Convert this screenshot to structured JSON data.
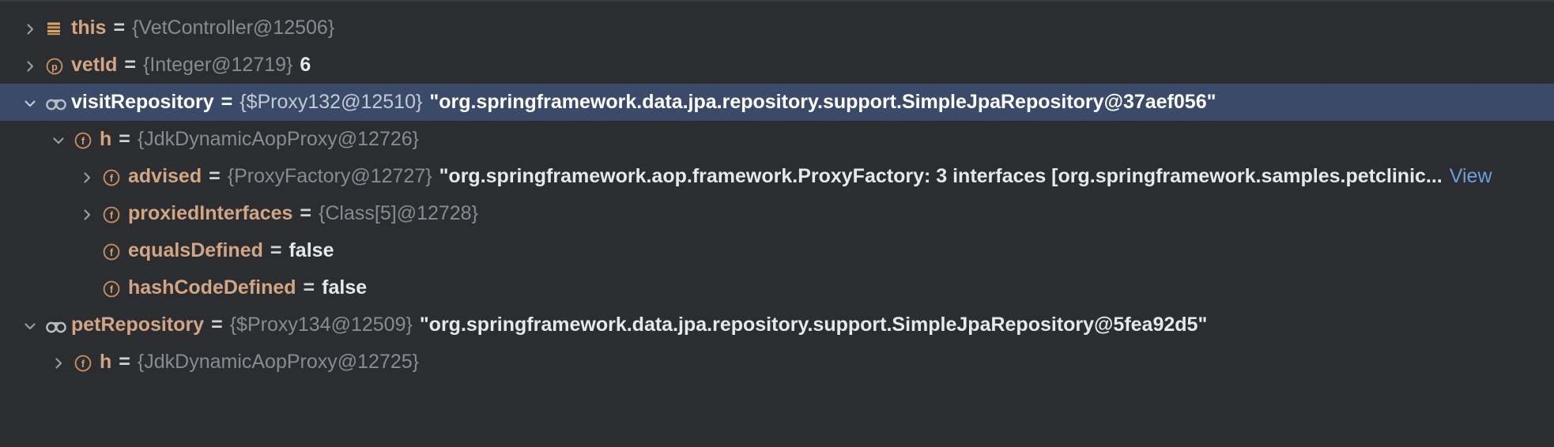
{
  "panel": {
    "name": "debugger-variables-tree",
    "background_color": "#2b2d30",
    "selection_color": "#3b4a68",
    "name_color": "#d2a584",
    "type_color": "#878c94",
    "value_color": "#e6e8eb",
    "link_color": "#6d9ee0"
  },
  "rows": [
    {
      "id": "this",
      "indent": 0,
      "toggle": "collapsed",
      "icon": "object-fields-icon",
      "name": "this",
      "equals": "=",
      "type": "{VetController@12506}",
      "value": "",
      "link": "",
      "selected": false
    },
    {
      "id": "vetId",
      "indent": 0,
      "toggle": "collapsed",
      "icon": "primitive-parameter-icon",
      "name": "vetId",
      "equals": "=",
      "type": "{Integer@12719}",
      "value": "6",
      "link": "",
      "selected": false
    },
    {
      "id": "visitRepository",
      "indent": 0,
      "toggle": "expanded",
      "icon": "interface-icon",
      "name": "visitRepository",
      "equals": "=",
      "type": "{$Proxy132@12510}",
      "value": "\"org.springframework.data.jpa.repository.support.SimpleJpaRepository@37aef056\"",
      "link": "",
      "selected": true
    },
    {
      "id": "h",
      "indent": 1,
      "toggle": "expanded",
      "icon": "field-icon",
      "name": "h",
      "equals": "=",
      "type": "{JdkDynamicAopProxy@12726}",
      "value": "",
      "link": "",
      "selected": false
    },
    {
      "id": "advised",
      "indent": 2,
      "toggle": "collapsed",
      "icon": "field-icon",
      "name": "advised",
      "equals": "=",
      "type": "{ProxyFactory@12727}",
      "value": "\"org.springframework.aop.framework.ProxyFactory: 3 interfaces [org.springframework.samples.petclinic...",
      "link": "View",
      "selected": false
    },
    {
      "id": "proxiedInterfaces",
      "indent": 2,
      "toggle": "collapsed",
      "icon": "field-icon",
      "name": "proxiedInterfaces",
      "equals": "=",
      "type": "{Class[5]@12728}",
      "value": "",
      "link": "",
      "selected": false
    },
    {
      "id": "equalsDefined",
      "indent": 2,
      "toggle": "none",
      "icon": "field-icon",
      "name": "equalsDefined",
      "equals": "=",
      "type": "",
      "value": "false",
      "link": "",
      "selected": false
    },
    {
      "id": "hashCodeDefined",
      "indent": 2,
      "toggle": "none",
      "icon": "field-icon",
      "name": "hashCodeDefined",
      "equals": "=",
      "type": "",
      "value": "false",
      "link": "",
      "selected": false
    },
    {
      "id": "petRepository",
      "indent": 0,
      "toggle": "expanded",
      "icon": "interface-icon",
      "name": "petRepository",
      "equals": "=",
      "type": "{$Proxy134@12509}",
      "value": "\"org.springframework.data.jpa.repository.support.SimpleJpaRepository@5fea92d5\"",
      "link": "",
      "selected": false
    },
    {
      "id": "h2",
      "indent": 1,
      "toggle": "collapsed",
      "icon": "field-icon",
      "name": "h",
      "equals": "=",
      "type": "{JdkDynamicAopProxy@12725}",
      "value": "",
      "link": "",
      "selected": false
    }
  ]
}
